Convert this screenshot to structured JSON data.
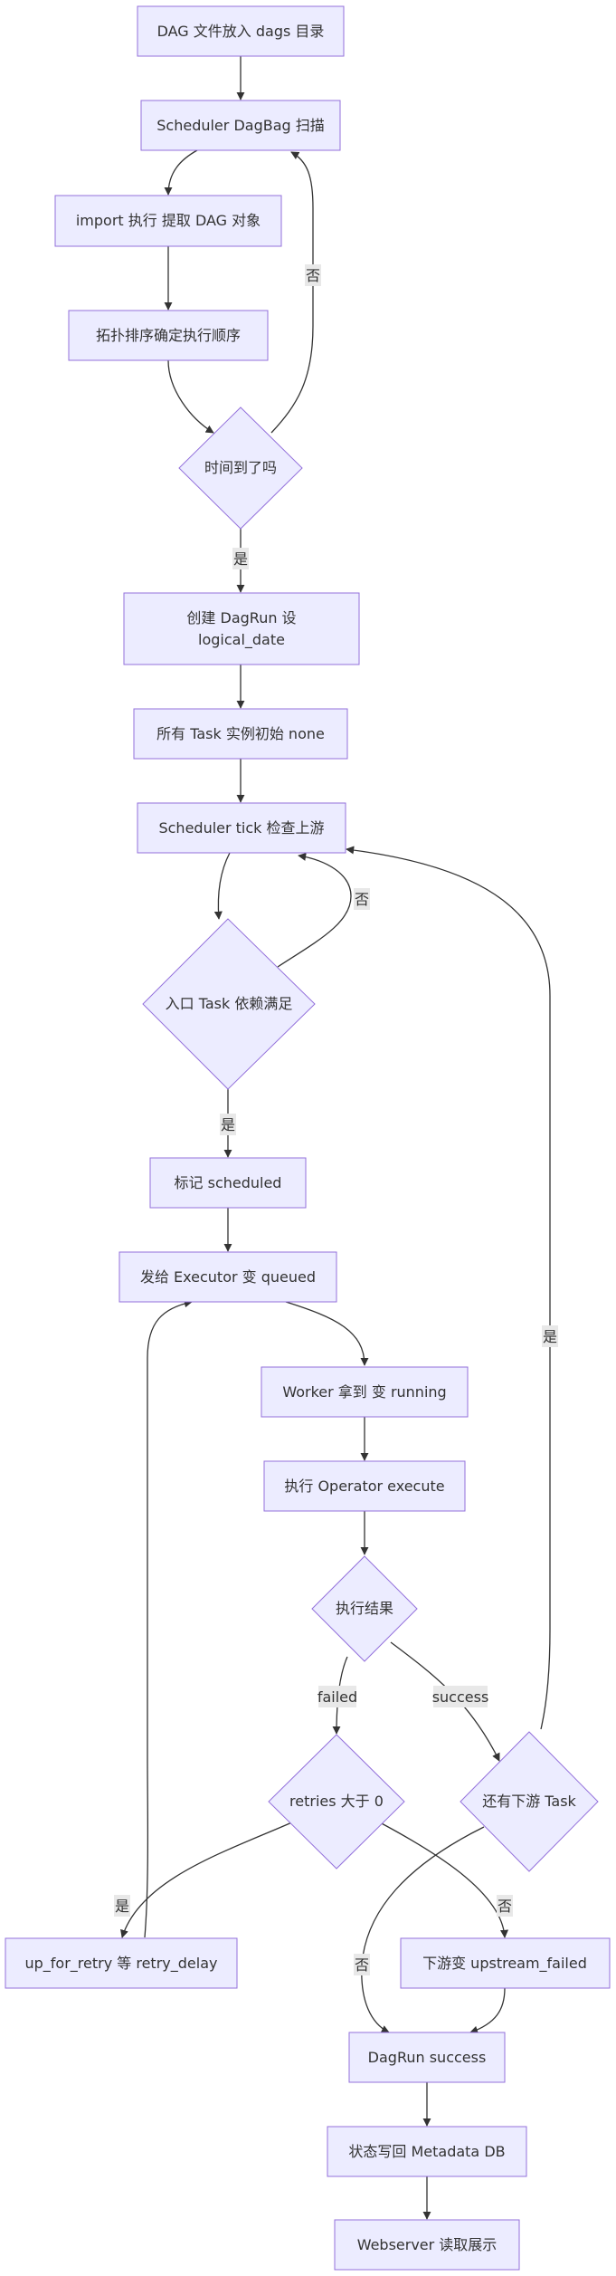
{
  "colors": {
    "node_fill": "#ECECFF",
    "node_stroke": "#9370DB",
    "edge": "#333333",
    "edge_label_bg": "#E8E8E8",
    "text": "#333333"
  },
  "nodes": {
    "n1": {
      "label": "DAG 文件放入 dags 目录"
    },
    "n2": {
      "label": "Scheduler DagBag 扫描"
    },
    "n3": {
      "label": "import 执行 提取 DAG 对象"
    },
    "n4": {
      "label": "拓扑排序确定执行顺序"
    },
    "d1": {
      "label": "时间到了吗"
    },
    "n5": {
      "label_lines": [
        "创建 DagRun 设",
        "logical_date"
      ]
    },
    "n6": {
      "label": "所有 Task 实例初始 none"
    },
    "n7": {
      "label": "Scheduler tick 检查上游"
    },
    "d2": {
      "label": "入口 Task 依赖满足"
    },
    "n8": {
      "label": "标记 scheduled"
    },
    "n9": {
      "label": "发给 Executor 变 queued"
    },
    "n10": {
      "label": "Worker 拿到 变 running"
    },
    "n11": {
      "label": "执行 Operator execute"
    },
    "d3": {
      "label": "执行结果"
    },
    "d4": {
      "label": "retries 大于 0"
    },
    "d5": {
      "label": "还有下游 Task"
    },
    "n12": {
      "label": "up_for_retry 等 retry_delay"
    },
    "n13": {
      "label": "下游变 upstream_failed"
    },
    "n14": {
      "label": "DagRun success"
    },
    "n15": {
      "label": "状态写回 Metadata DB"
    },
    "n16": {
      "label": "Webserver 读取展示"
    }
  },
  "edges": [
    {
      "from": "n1",
      "to": "n2",
      "label": ""
    },
    {
      "from": "n2",
      "to": "n3",
      "label": ""
    },
    {
      "from": "n3",
      "to": "n4",
      "label": ""
    },
    {
      "from": "n4",
      "to": "d1",
      "label": ""
    },
    {
      "from": "d1",
      "to": "n2",
      "label": "否"
    },
    {
      "from": "d1",
      "to": "n5",
      "label": "是"
    },
    {
      "from": "n5",
      "to": "n6",
      "label": ""
    },
    {
      "from": "n6",
      "to": "n7",
      "label": ""
    },
    {
      "from": "n7",
      "to": "d2",
      "label": ""
    },
    {
      "from": "d2",
      "to": "n7",
      "label": "否"
    },
    {
      "from": "d2",
      "to": "n8",
      "label": "是"
    },
    {
      "from": "n8",
      "to": "n9",
      "label": ""
    },
    {
      "from": "n9",
      "to": "n10",
      "label": ""
    },
    {
      "from": "n10",
      "to": "n11",
      "label": ""
    },
    {
      "from": "n11",
      "to": "d3",
      "label": ""
    },
    {
      "from": "d3",
      "to": "d4",
      "label": "failed"
    },
    {
      "from": "d3",
      "to": "d5",
      "label": "success"
    },
    {
      "from": "d4",
      "to": "n12",
      "label": "是"
    },
    {
      "from": "d4",
      "to": "n13",
      "label": "否"
    },
    {
      "from": "n12",
      "to": "n9",
      "label": ""
    },
    {
      "from": "d5",
      "to": "n7",
      "label": "是"
    },
    {
      "from": "d5",
      "to": "n14",
      "label": "否"
    },
    {
      "from": "n13",
      "to": "n14",
      "label": ""
    },
    {
      "from": "n14",
      "to": "n15",
      "label": ""
    },
    {
      "from": "n15",
      "to": "n16",
      "label": ""
    }
  ]
}
